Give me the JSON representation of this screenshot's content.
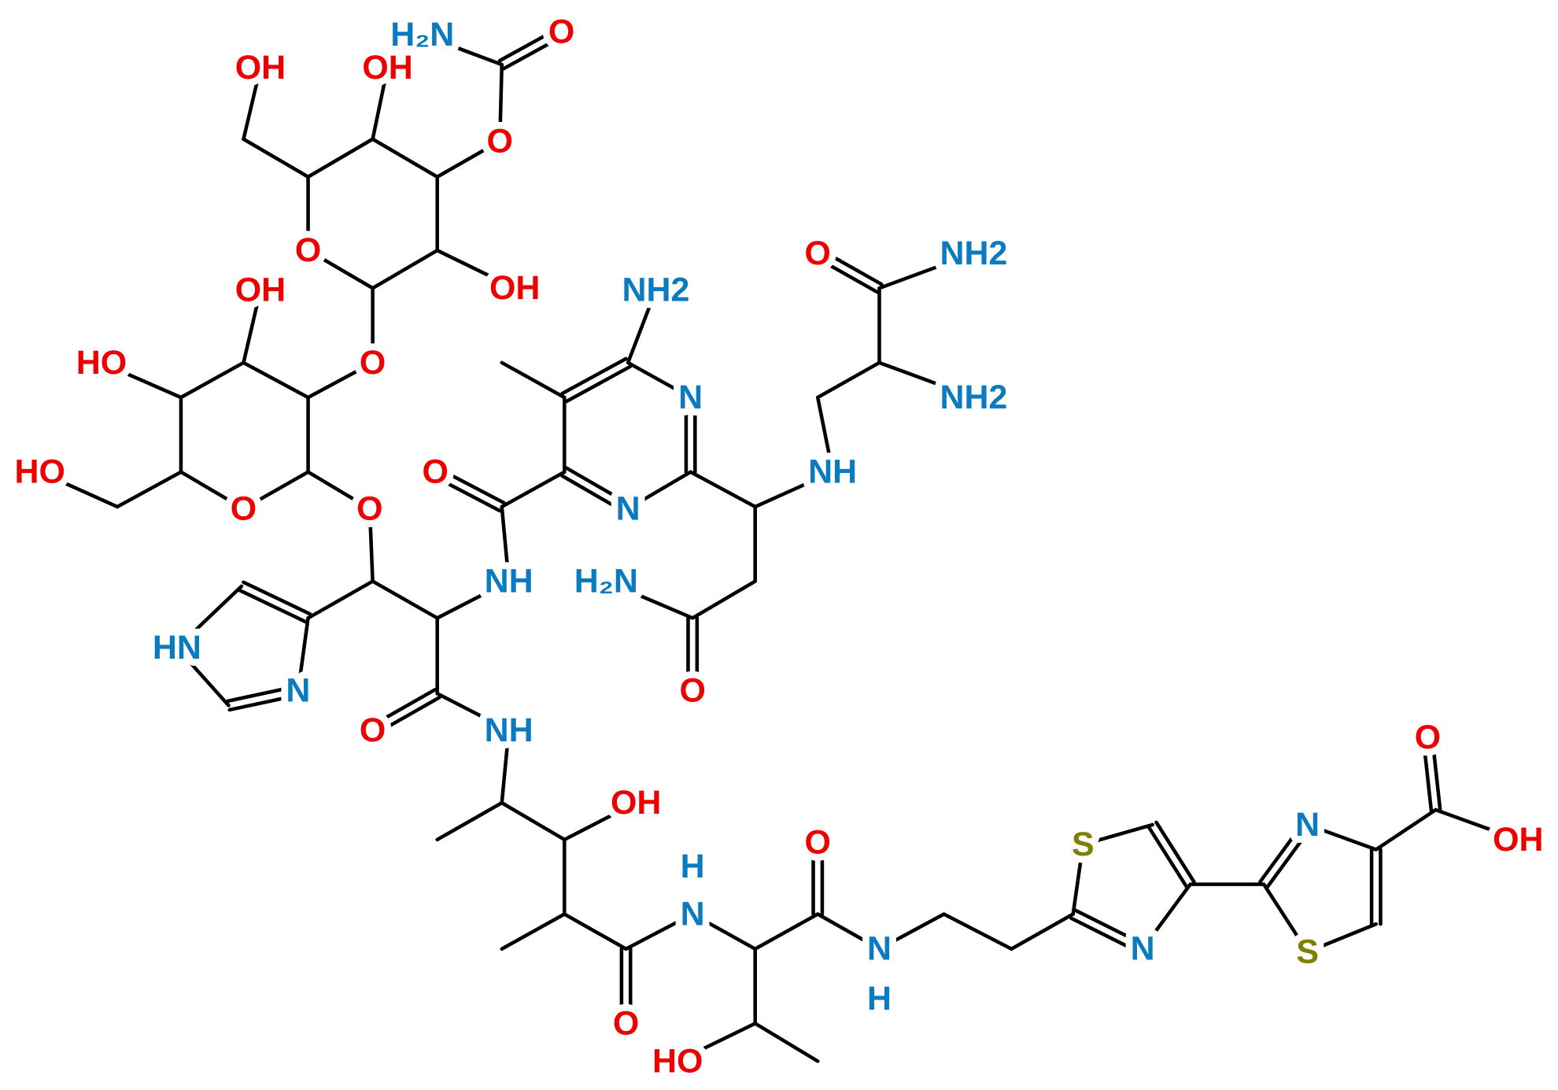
{
  "colors": {
    "O": "#ee0000",
    "N": "#0a7bc1",
    "S": "#7f7f00",
    "H": "#0a7bc1"
  },
  "atoms": {
    "carbN": {
      "text": "H₂N",
      "el": "N"
    },
    "carbO": {
      "text": "O",
      "el": "O"
    },
    "estO": {
      "text": "O",
      "el": "O"
    },
    "s1OH4": {
      "text": "OH",
      "el": "O"
    },
    "s1OH6": {
      "text": "OH",
      "el": "O"
    },
    "s1O": {
      "text": "O",
      "el": "O"
    },
    "s1OH2": {
      "text": "OH",
      "el": "O"
    },
    "glyO": {
      "text": "O",
      "el": "O"
    },
    "s2OH3": {
      "text": "OH",
      "el": "O"
    },
    "s2OH4": {
      "text": "HO",
      "el": "O"
    },
    "s2OH6": {
      "text": "HO",
      "el": "O"
    },
    "s2O": {
      "text": "O",
      "el": "O"
    },
    "glyO2": {
      "text": "O",
      "el": "O"
    },
    "imN1": {
      "text": "HN",
      "el": "N"
    },
    "imN3": {
      "text": "N",
      "el": "N"
    },
    "hN": {
      "text": "NH",
      "el": "N"
    },
    "hO": {
      "text": "O",
      "el": "O"
    },
    "vN": {
      "text": "NH",
      "el": "N"
    },
    "vOH": {
      "text": "OH",
      "el": "O"
    },
    "vO": {
      "text": "O",
      "el": "O"
    },
    "tN": {
      "text": "N",
      "el": "N"
    },
    "tH": {
      "text": "H",
      "el": "H"
    },
    "tOH": {
      "text": "HO",
      "el": "O"
    },
    "tO": {
      "text": "O",
      "el": "O"
    },
    "eN": {
      "text": "N",
      "el": "N"
    },
    "eH": {
      "text": "H",
      "el": "H"
    },
    "z1S": {
      "text": "S",
      "el": "S"
    },
    "z1N": {
      "text": "N",
      "el": "N"
    },
    "z2N": {
      "text": "N",
      "el": "N"
    },
    "z2S": {
      "text": "S",
      "el": "S"
    },
    "cO": {
      "text": "O",
      "el": "O"
    },
    "cOH": {
      "text": "OH",
      "el": "O"
    },
    "aO": {
      "text": "O",
      "el": "O"
    },
    "pNH2": {
      "text": "NH2",
      "el": "N"
    },
    "pN3": {
      "text": "N",
      "el": "N"
    },
    "pN1": {
      "text": "N",
      "el": "N"
    },
    "bNH": {
      "text": "NH",
      "el": "N"
    },
    "bO": {
      "text": "O",
      "el": "O"
    },
    "bN": {
      "text": "H₂N",
      "el": "N"
    },
    "dNH2": {
      "text": "NH2",
      "el": "N"
    },
    "dO": {
      "text": "O",
      "el": "O"
    },
    "dN": {
      "text": "NH2",
      "el": "N"
    }
  }
}
